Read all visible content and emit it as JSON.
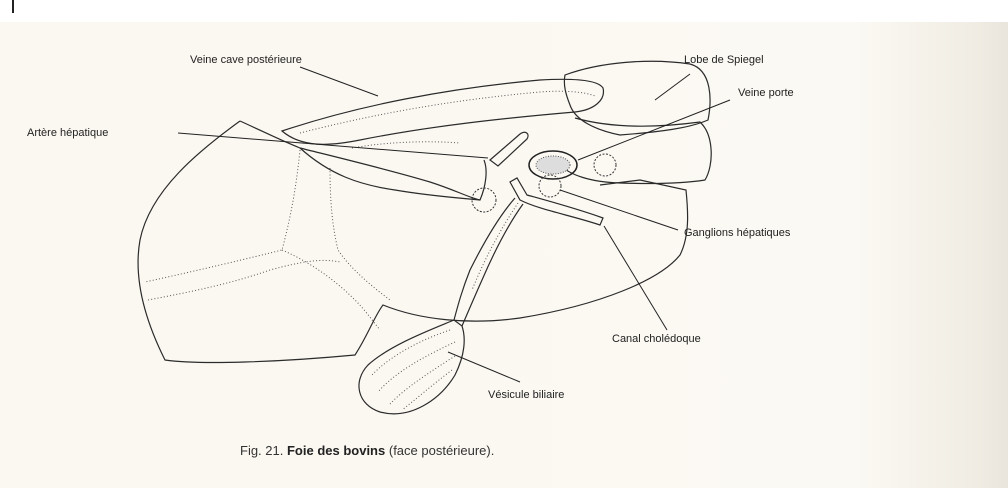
{
  "figure": {
    "labels": {
      "veine_cave": "Veine cave postérieure",
      "lobe_spiegel": "Lobe de Spiegel",
      "veine_porte": "Veine porte",
      "artere_hepatique": "Artère hépatique",
      "ganglions": "Ganglions hépatiques",
      "canal_choledoque": "Canal cholédoque",
      "vesicule": "Vésicule biliaire"
    },
    "caption": {
      "prefix": "Fig. 21.",
      "title": "Foie des bovins",
      "suffix": "(face postérieure)."
    }
  }
}
